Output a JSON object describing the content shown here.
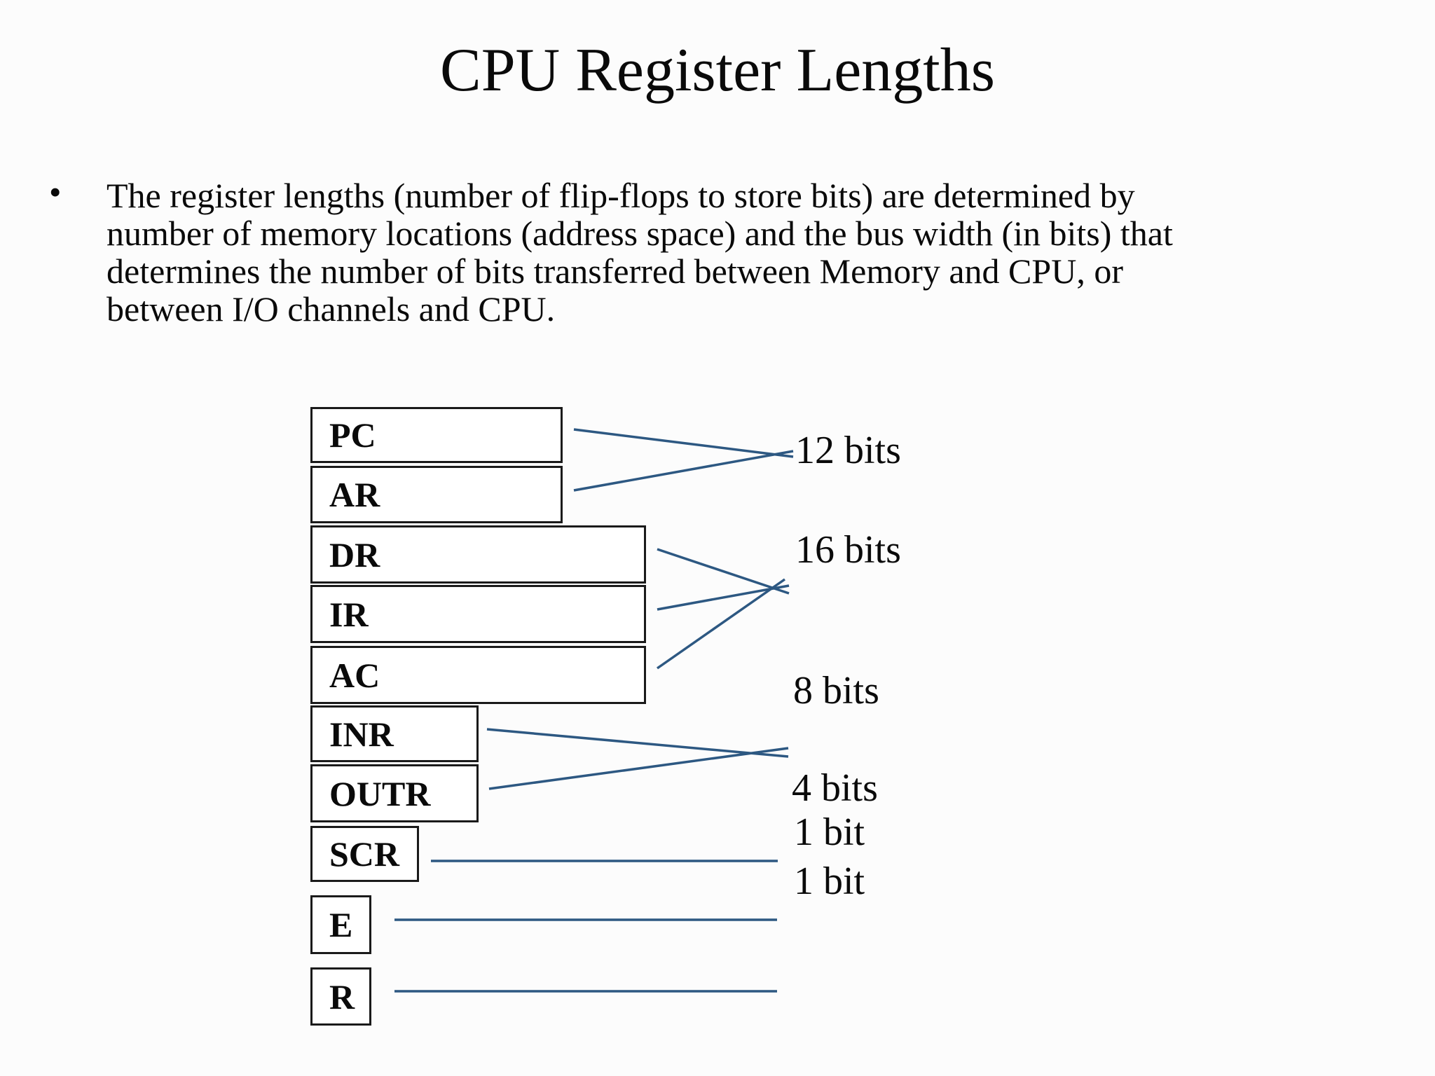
{
  "title": "CPU Register Lengths",
  "bullet": {
    "marker": "•",
    "lines": [
      "The register lengths (number of flip-flops to store bits) are determined by",
      "number of memory locations (address space) and the bus width (in bits) that",
      "determines the number of bits transferred between Memory and CPU, or",
      "between I/O channels and CPU."
    ]
  },
  "diagram": {
    "line_color": "#2d5882",
    "registers": [
      {
        "name": "PC",
        "bits": "12 bits"
      },
      {
        "name": "AR",
        "bits": "12 bits"
      },
      {
        "name": "DR",
        "bits": "16 bits"
      },
      {
        "name": "IR",
        "bits": "16 bits"
      },
      {
        "name": "AC",
        "bits": "16 bits"
      },
      {
        "name": "INR",
        "bits": "8 bits"
      },
      {
        "name": "OUTR",
        "bits": "8 bits"
      },
      {
        "name": "SCR",
        "bits": "4 bits"
      },
      {
        "name": "E",
        "bits": "1 bit"
      },
      {
        "name": "R",
        "bits": "1 bit"
      }
    ],
    "bit_labels": [
      "12 bits",
      "16 bits",
      "8 bits",
      "4 bits",
      "1 bit",
      "1 bit"
    ]
  }
}
